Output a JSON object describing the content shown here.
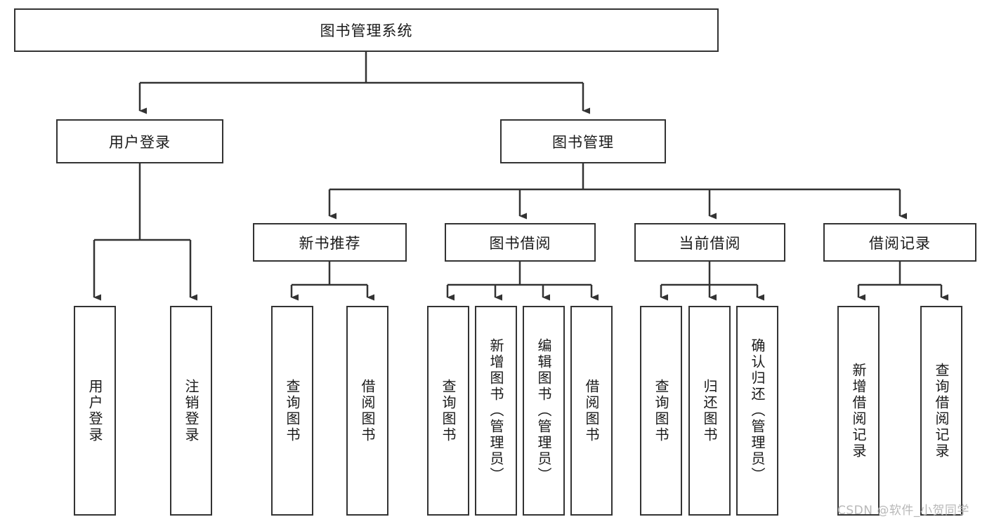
{
  "diagram": {
    "title": "图书管理系统",
    "root": {
      "label": "图书管理系统"
    },
    "level2": [
      {
        "label": "用户登录"
      },
      {
        "label": "图书管理"
      }
    ],
    "level3": [
      {
        "label": "新书推荐"
      },
      {
        "label": "图书借阅"
      },
      {
        "label": "当前借阅"
      },
      {
        "label": "借阅记录"
      }
    ],
    "leaves": [
      {
        "label": "用户登录"
      },
      {
        "label": "注销登录"
      },
      {
        "label": "查询图书"
      },
      {
        "label": "借阅图书"
      },
      {
        "label": "查询图书"
      },
      {
        "label": "新增图书（管理员）"
      },
      {
        "label": "编辑图书（管理员）"
      },
      {
        "label": "借阅图书"
      },
      {
        "label": "查询图书"
      },
      {
        "label": "归还图书"
      },
      {
        "label": "确认归还（管理员）"
      },
      {
        "label": "新增借阅记录"
      },
      {
        "label": "查询借阅记录"
      }
    ],
    "watermark": "CSDN @软件_小贺同学",
    "colors": {
      "stroke": "#333333",
      "fill": "#ffffff",
      "text": "#1a1a1a",
      "watermark": "#b8b8b8"
    }
  }
}
